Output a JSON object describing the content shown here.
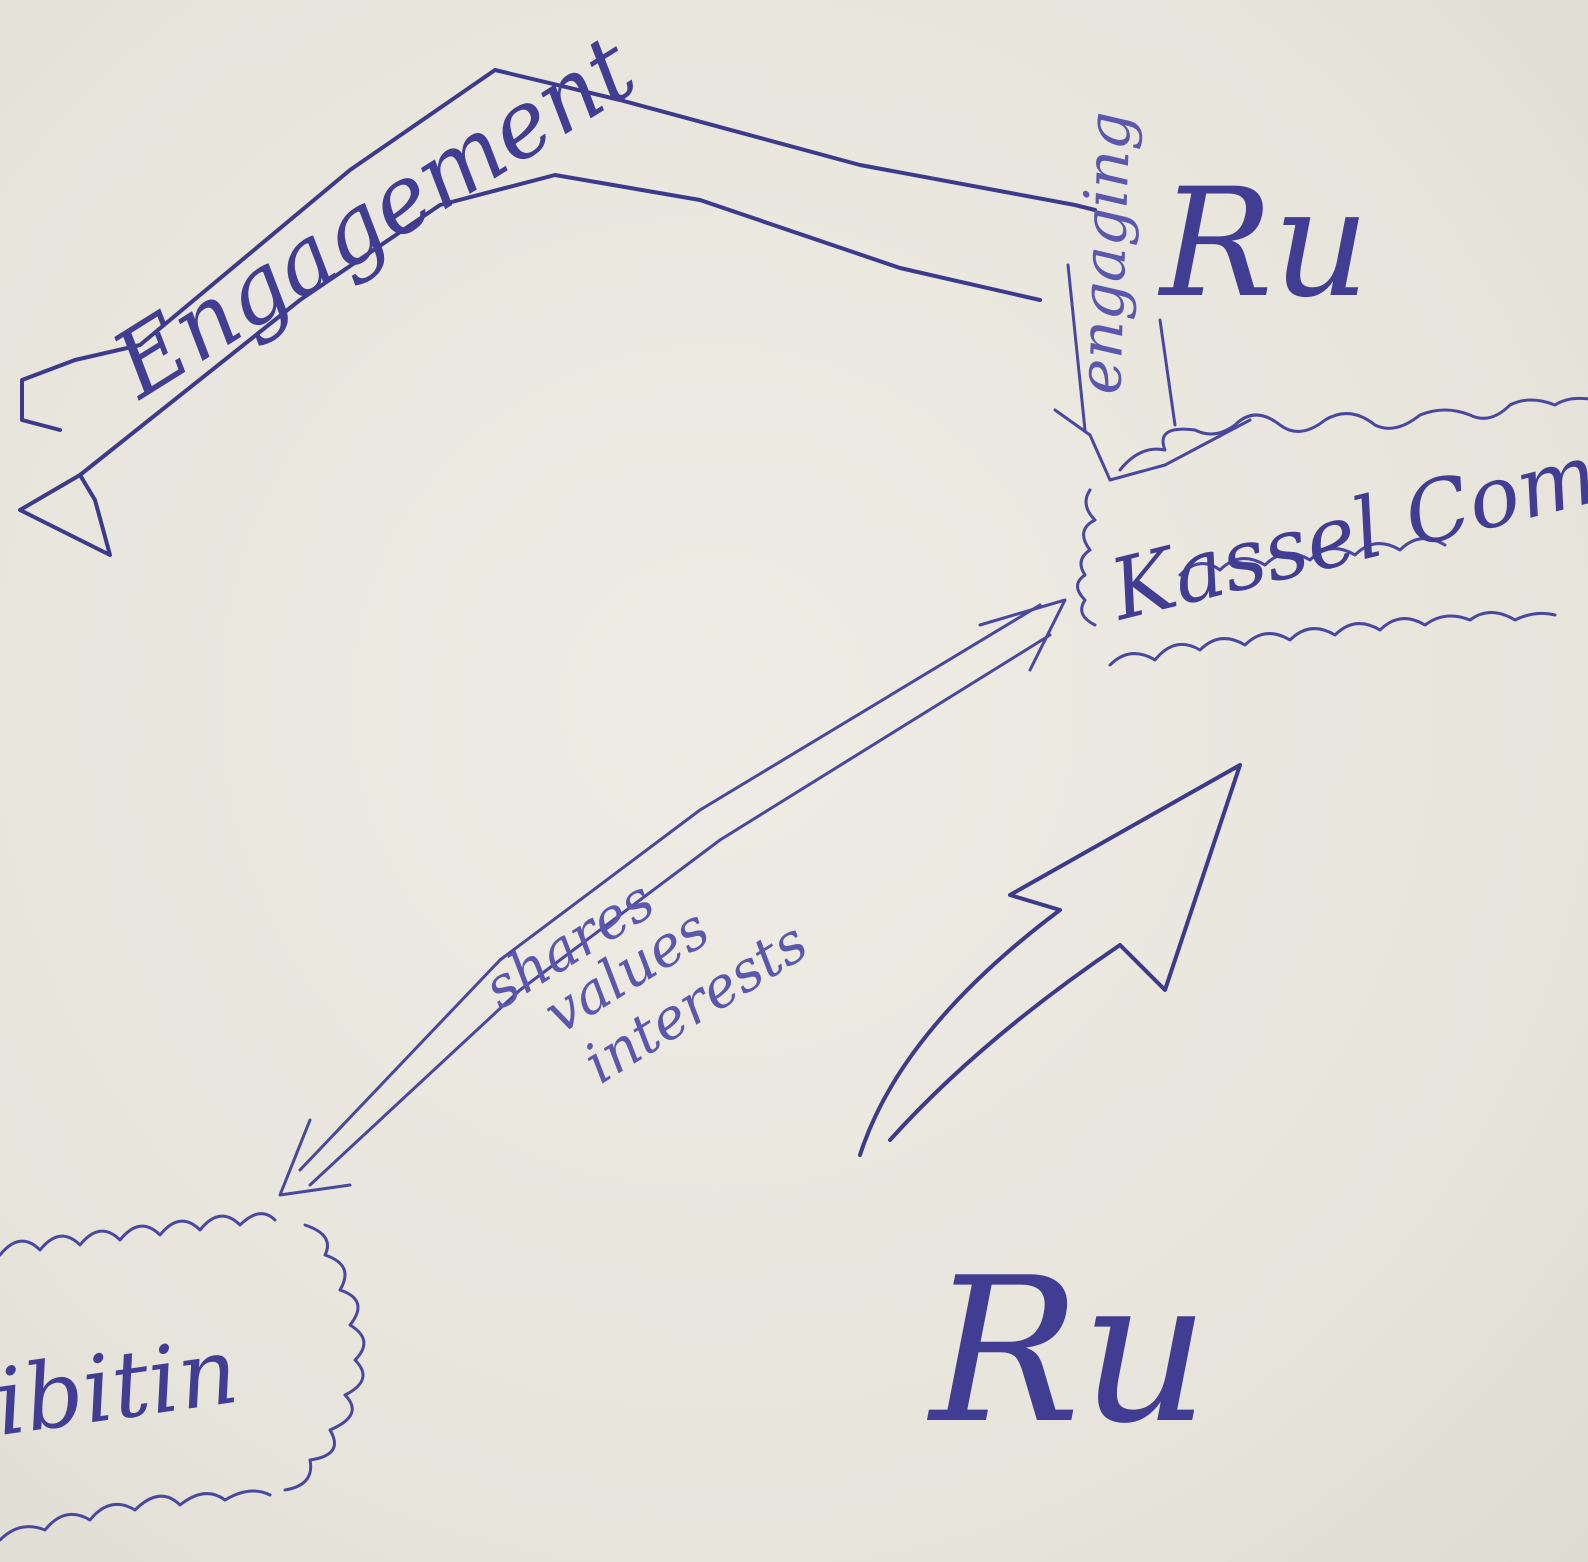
{
  "labels": {
    "engagement_main": "Engagement",
    "engaging_vertical": "engaging",
    "ru_top": "Ru",
    "kassel_community": "Kassel Comm",
    "shared_1": "shares",
    "shared_2": "values",
    "shared_3": "interests",
    "ru_bottom": "Ru",
    "exhibition_partial": "ibitin"
  },
  "colors": {
    "ink": "#3d3a8c",
    "paper": "#e9e7de"
  }
}
